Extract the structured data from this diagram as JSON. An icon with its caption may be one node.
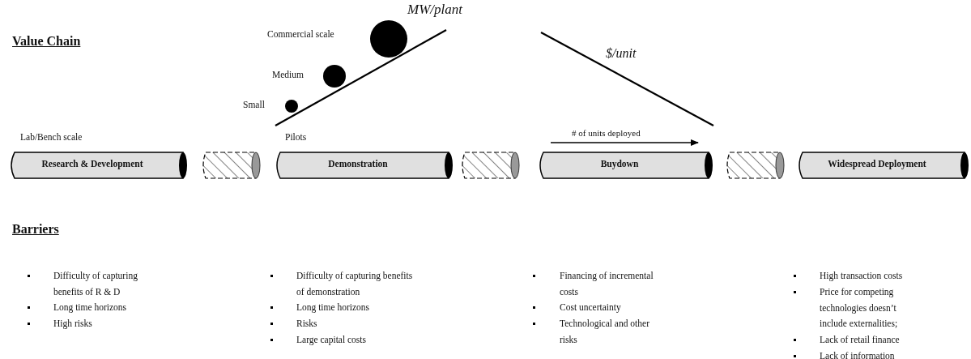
{
  "diagram": {
    "nodes": [
      {
        "text": [],
        "shape": "circle",
        "beside": [
          "Small"
        ]
      },
      {
        "text": [],
        "shape": "circle",
        "beside": [
          "Medium"
        ]
      },
      {
        "text": [],
        "shape": "circle",
        "beside": [
          "Commercial scale"
        ]
      },
      {
        "text": [
          "Research & Development"
        ],
        "beside": [
          "Lab/Bench scale"
        ]
      },
      {
        "text": [],
        "shape": "cylinder"
      },
      {
        "text": [
          "Demonstration"
        ],
        "beside": [
          "Pilots"
        ]
      },
      {
        "text": [],
        "shape": "cylinder"
      },
      {
        "text": [
          "Buydown"
        ]
      },
      {
        "text": [],
        "shape": "cylinder"
      },
      {
        "text": [
          "Widespread Deployment"
        ]
      }
    ],
    "labels": [
      "Value Chain",
      "MW/plant",
      "$/unit",
      "# of units deployed",
      "Barriers",
      "Difficulty of capturing benefits of R & D",
      "Long time horizons",
      "High risks",
      "Difficulty of capturing benefits of demonstration",
      "Long time horizons",
      "Risks",
      "Large capital costs",
      "Financing of incremental costs",
      "Cost uncertainty",
      "Technological and other risks",
      "High transaction costs",
      "Price for competing technologies doesn’t include externalities;",
      "Lack of retail finance",
      "Lack of information"
    ]
  }
}
